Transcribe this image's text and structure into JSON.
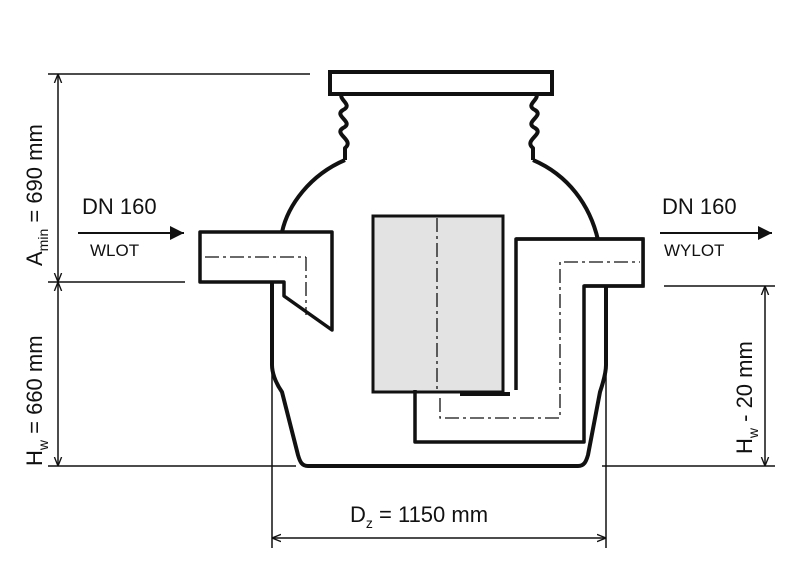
{
  "dimensions": {
    "a_min": {
      "symbol": "A",
      "subscript": "min",
      "value": " = 690 mm"
    },
    "h_w": {
      "symbol": "H",
      "subscript": "w",
      "value": " = 660 mm"
    },
    "h_w_minus": {
      "symbol": "H",
      "subscript": "w",
      "value": " - 20 mm"
    },
    "d_z": {
      "symbol": "D",
      "subscript": "z",
      "value": " = 1150 mm"
    }
  },
  "inlet": {
    "pipe": "DN 160",
    "label": "WLOT"
  },
  "outlet": {
    "pipe": "DN 160",
    "label": "WYLOT"
  },
  "colors": {
    "stroke": "#111111",
    "insert_fill": "#e3e3e3",
    "background": "#ffffff"
  }
}
